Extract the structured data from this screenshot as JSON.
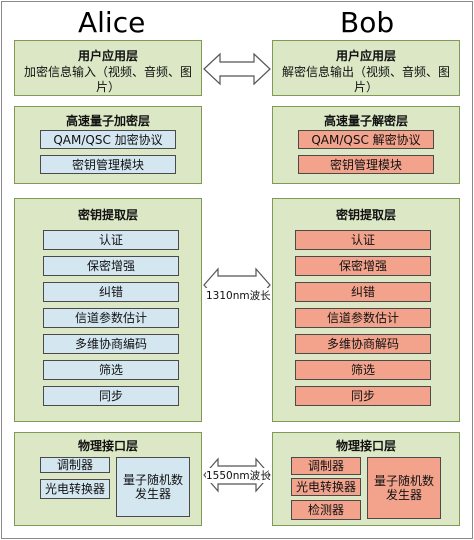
{
  "headers": {
    "left": "Alice",
    "right": "Bob"
  },
  "application": {
    "left": {
      "title": "用户应用层",
      "text": "加密信息输入（视频、音频、图片）"
    },
    "right": {
      "title": "用户应用层",
      "text": "解密信息输出（视频、音频、图片）"
    }
  },
  "quantum": {
    "left": {
      "title": "高速量子加密层",
      "items": [
        "QAM/QSC 加密协议",
        "密钥管理模块"
      ]
    },
    "right": {
      "title": "高速量子解密层",
      "items": [
        "QAM/QSC 解密协议",
        "密钥管理模块"
      ]
    }
  },
  "key_extraction": {
    "left": {
      "title": "密钥提取层",
      "items": [
        "认证",
        "保密增强",
        "纠错",
        "信道参数估计",
        "多维协商编码",
        "筛选",
        "同步"
      ]
    },
    "right": {
      "title": "密钥提取层",
      "items": [
        "认证",
        "保密增强",
        "纠错",
        "信道参数估计",
        "多维协商解码",
        "筛选",
        "同步"
      ]
    }
  },
  "physical": {
    "left": {
      "title": "物理接口层",
      "items": [
        "调制器",
        "光电转换器"
      ],
      "rng": "量子随机数发生器"
    },
    "right": {
      "title": "物理接口层",
      "items": [
        "调制器",
        "光电转换器",
        "检测器"
      ],
      "rng": "量子随机数发生器"
    }
  },
  "links": {
    "key_link": "1310nm波长",
    "physical_link": "1550nm波长"
  },
  "colors": {
    "panel": "#dbe7c5",
    "left_box": "#d4e7f1",
    "right_box": "#f3a38c",
    "arrow": "#ffffff"
  }
}
